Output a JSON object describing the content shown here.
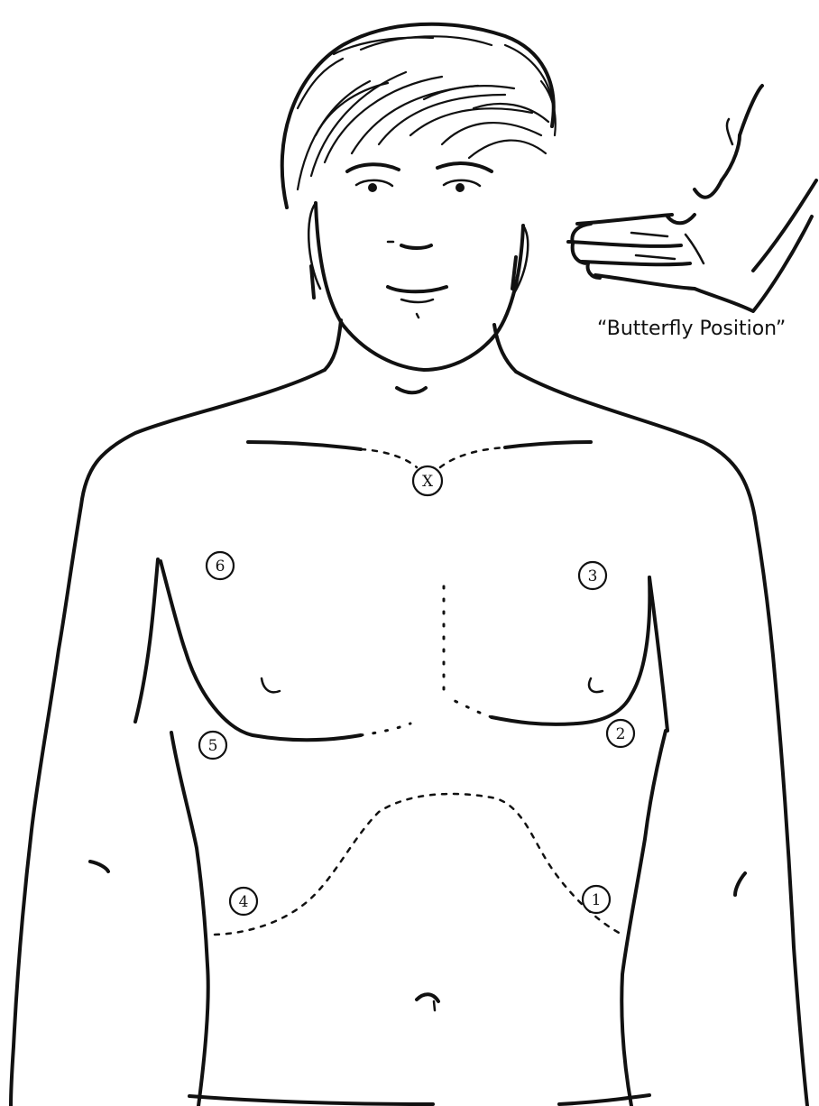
{
  "caption": "“Butterfly Position”",
  "points": [
    {
      "id": "X",
      "label": "X"
    },
    {
      "id": "6",
      "label": "6"
    },
    {
      "id": "3",
      "label": "3"
    },
    {
      "id": "5",
      "label": "5"
    },
    {
      "id": "2",
      "label": "2"
    },
    {
      "id": "4",
      "label": "4"
    },
    {
      "id": "1",
      "label": "1"
    }
  ]
}
